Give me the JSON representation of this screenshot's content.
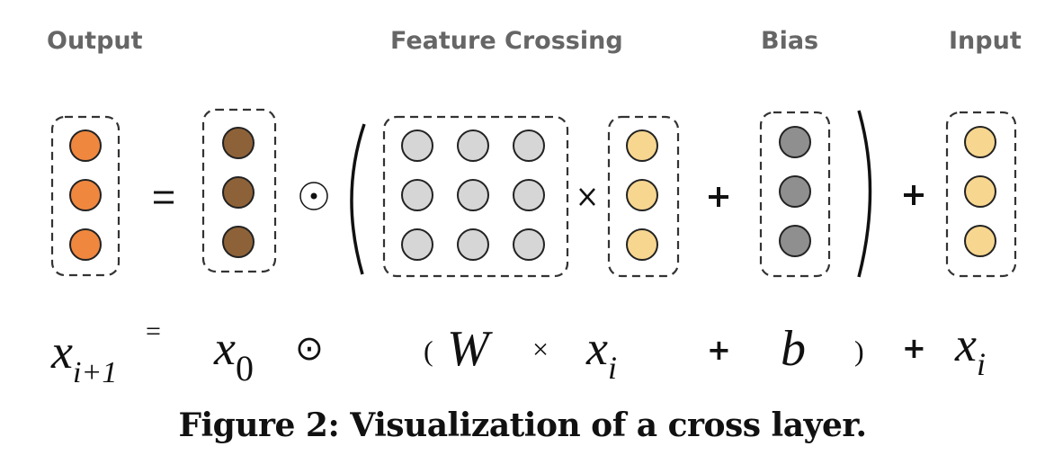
{
  "labels": {
    "output": "Output",
    "feature_crossing": "Feature Crossing",
    "bias": "Bias",
    "input": "Input"
  },
  "operators": {
    "equals": "=",
    "hadamard": "⊙",
    "open_paren": "(",
    "close_paren": ")",
    "times": "×",
    "plus": "+"
  },
  "equation": {
    "output_var": "x",
    "output_sub": "i+1",
    "x0_var": "x",
    "x0_sub": "0",
    "weight": "W",
    "xi_var": "x",
    "xi_sub": "i",
    "bias": "b",
    "residual_var": "x",
    "residual_sub": "i"
  },
  "vectors": {
    "output": {
      "color": "#F0873F",
      "count": 3
    },
    "x0": {
      "color": "#8E6239",
      "count": 3
    },
    "weight_matrix": {
      "color": "#D6D6D6",
      "rows": 3,
      "cols": 3
    },
    "xi": {
      "color": "#F7D68F",
      "count": 3
    },
    "bias": {
      "color": "#8F8F8F",
      "count": 3
    },
    "input": {
      "color": "#F7D68F",
      "count": 3
    }
  },
  "caption": "Figure 2: Visualization of a cross layer."
}
